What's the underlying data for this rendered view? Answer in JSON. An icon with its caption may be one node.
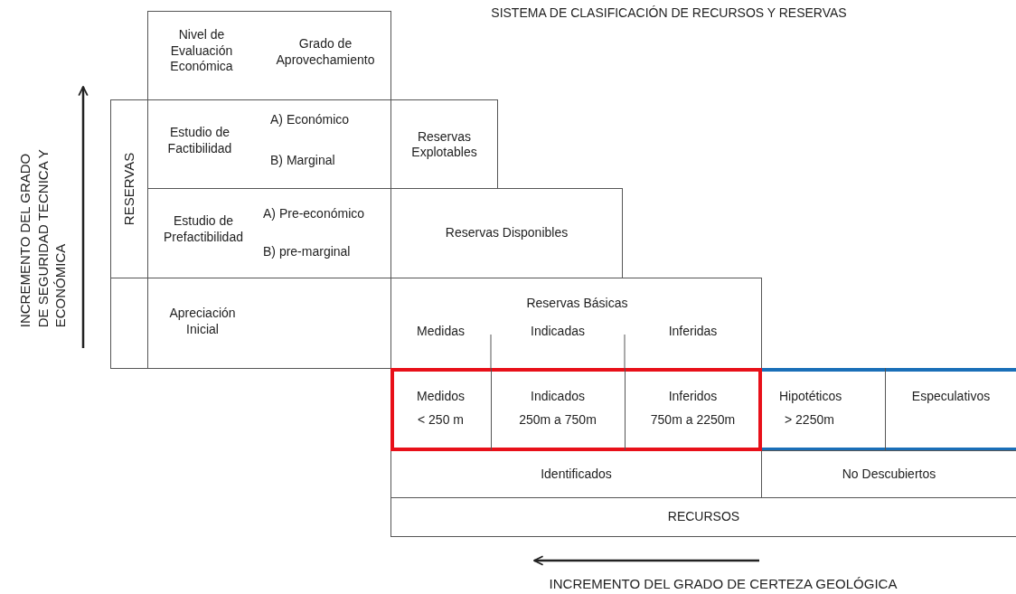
{
  "diagram": {
    "title": "SISTEMA DE CLASIFICACIÓN DE RECURSOS Y RESERVAS",
    "nodes": [
      {
        "text": [
          "Nivel de Evaluación Económica",
          "Grado de Aprovechamiento"
        ]
      },
      {
        "text": [
          "RESERVAS"
        ]
      },
      {
        "text": [
          "Estudio de Factibilidad",
          "A) Económico",
          "B) Marginal"
        ]
      },
      {
        "text": [
          "Reservas Explotables"
        ]
      },
      {
        "text": [
          "Estudio de Prefactibilidad",
          "A) Pre-económico",
          "B) pre-marginal"
        ]
      },
      {
        "text": [
          "Reservas Disponibles"
        ]
      },
      {
        "text": [],
        "shape": "box"
      },
      {
        "text": [
          "Apreciación Inicial"
        ]
      },
      {
        "text": [
          "Reservas Básicas"
        ]
      },
      {
        "text": [
          "Medidas"
        ],
        "in": 8
      },
      {
        "text": [
          "Indicadas"
        ],
        "in": 8
      },
      {
        "text": [
          "Inferidas"
        ],
        "in": 8
      },
      {
        "text": [],
        "shape": "box"
      },
      {
        "text": [
          "Medidos",
          "< 250 m"
        ],
        "in": 12
      },
      {
        "text": [
          "Indicados",
          "250m a 750m"
        ],
        "in": 12
      },
      {
        "text": [
          "Inferidos",
          "750m a 2250m"
        ],
        "in": 12
      },
      {
        "text": [
          "Hipotéticos",
          "> 2250m"
        ]
      },
      {
        "text": [
          "Especulativos"
        ]
      },
      {
        "text": [
          "Identificados"
        ]
      },
      {
        "text": [
          "No Descubiertos"
        ]
      },
      {
        "text": [
          "RECURSOS"
        ]
      }
    ],
    "labels": [
      "INCREMENTO DEL GRADO DE SEGURIDAD TECNICA Y ECONÓMICA",
      "INCREMENTO DEL GRADO DE CERTEZA GEOLÓGICA"
    ]
  }
}
